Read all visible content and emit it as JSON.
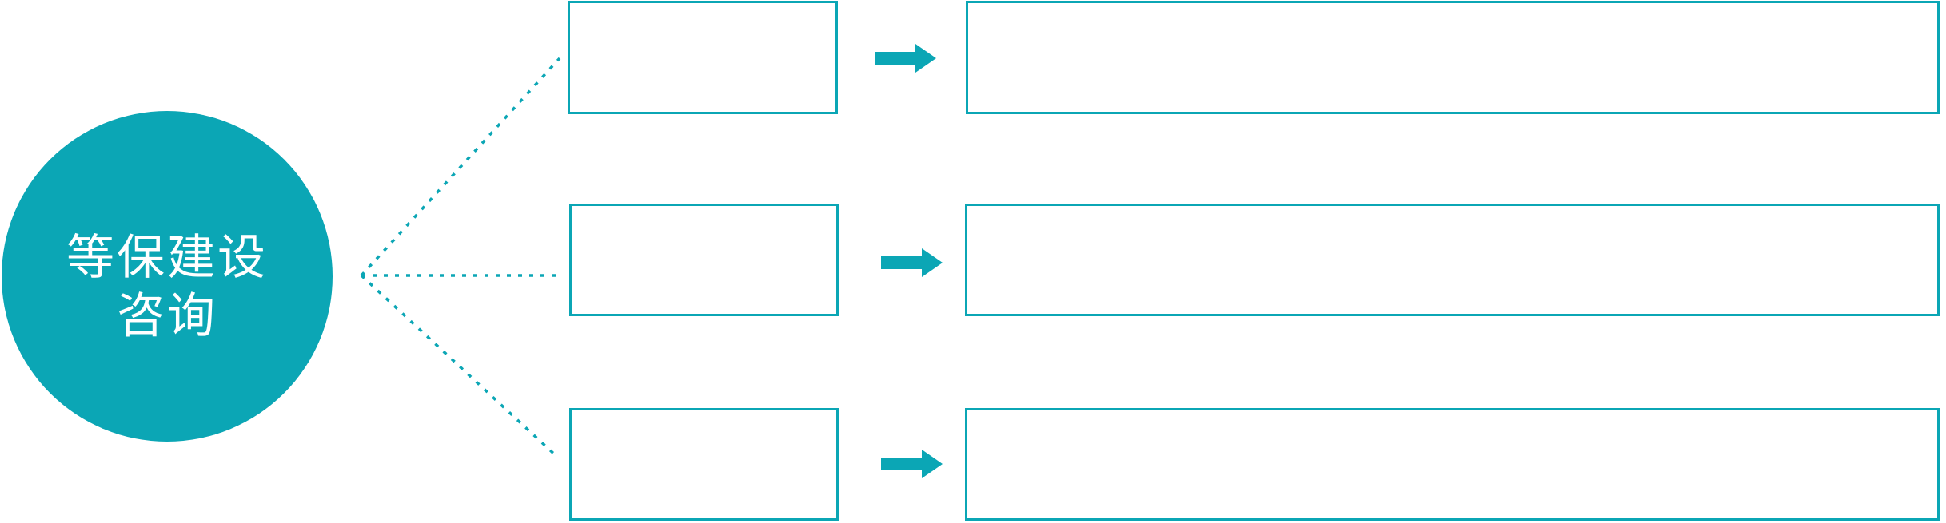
{
  "colors": {
    "accent": "#0ba6b5",
    "text_on_accent": "#ffffff",
    "box_fill": "#ffffff"
  },
  "circle": {
    "label_line1": "等保建设",
    "label_line2": "咨询"
  },
  "rows": [
    {
      "small_box_label": "",
      "large_box_label": ""
    },
    {
      "small_box_label": "",
      "large_box_label": ""
    },
    {
      "small_box_label": "",
      "large_box_label": ""
    }
  ],
  "icons": {
    "arrow": "arrow-right-block",
    "connector": "dotted-line"
  }
}
